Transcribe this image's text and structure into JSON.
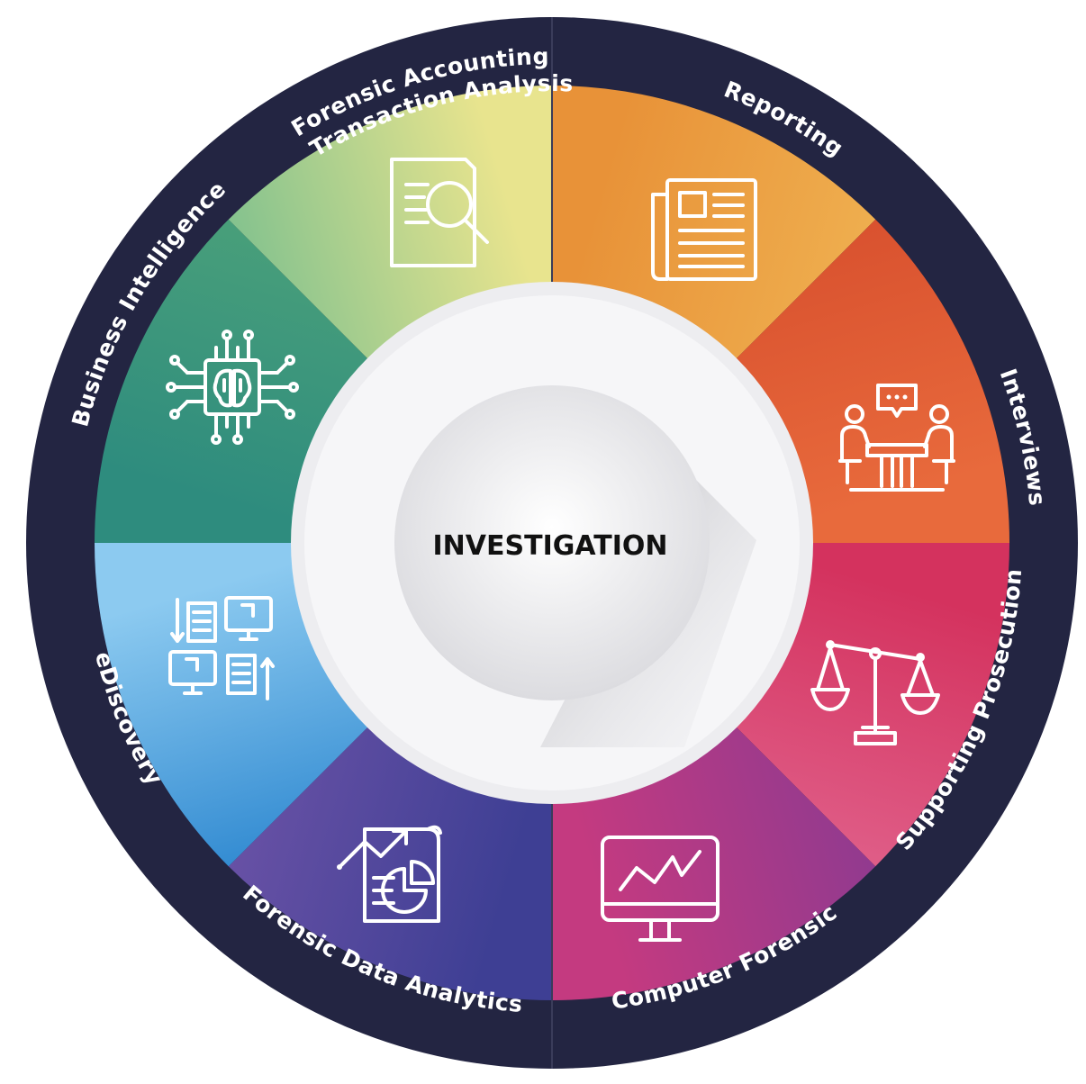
{
  "center": {
    "title": "INVESTIGATION"
  },
  "segments": [
    {
      "id": "reporting",
      "label": "Reporting",
      "icon": "newspaper-icon",
      "color_light": "#efb050",
      "color_dark": "#e89238"
    },
    {
      "id": "interviews",
      "label": "Interviews",
      "icon": "meeting-icon",
      "color_light": "#e86a3c",
      "color_dark": "#d8502e"
    },
    {
      "id": "supporting-prosecution",
      "label": "Supporting Prosecution",
      "icon": "scales-icon",
      "color_light": "#e0608a",
      "color_dark": "#d4325e"
    },
    {
      "id": "computer-forensic",
      "label": "Computer Forensic",
      "icon": "monitor-chart-icon",
      "color_light": "#c43a80",
      "color_dark": "#8e3a90"
    },
    {
      "id": "forensic-data-analytics",
      "label": "Forensic Data Analytics",
      "icon": "analytics-report-icon",
      "color_light": "#6a52a6",
      "color_dark": "#3e3f94"
    },
    {
      "id": "ediscovery",
      "label": "eDiscovery",
      "icon": "data-transfer-icon",
      "color_light": "#8ccaf0",
      "color_dark": "#2e88d0"
    },
    {
      "id": "business-intelligence",
      "label": "Business Intelligence",
      "icon": "ai-chip-icon",
      "color_light": "#4aa07a",
      "color_dark": "#2e8c7e"
    },
    {
      "id": "forensic-accounting",
      "label_line1": "Forensic Accounting",
      "label_line2": "Transaction Analysis",
      "icon": "document-search-icon",
      "color_light": "#e8e48e",
      "color_dark": "#7ec08e"
    }
  ],
  "colors": {
    "ring": "#232542",
    "center_face": "#ffffff",
    "center_ring": "#e9e9ec"
  }
}
